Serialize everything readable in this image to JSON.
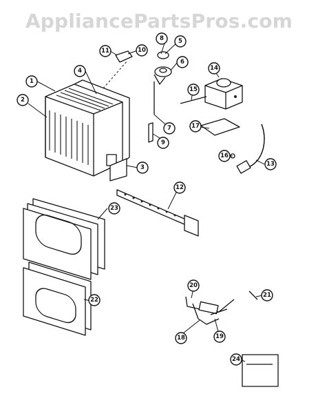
{
  "watermark": "AppliancePartsPros.com",
  "callouts": [
    "1",
    "2",
    "3",
    "4",
    "5",
    "6",
    "7",
    "8",
    "9",
    "10",
    "11",
    "12",
    "13",
    "14",
    "15",
    "16",
    "17",
    "18",
    "19",
    "20",
    "21",
    "22",
    "23",
    "24"
  ]
}
